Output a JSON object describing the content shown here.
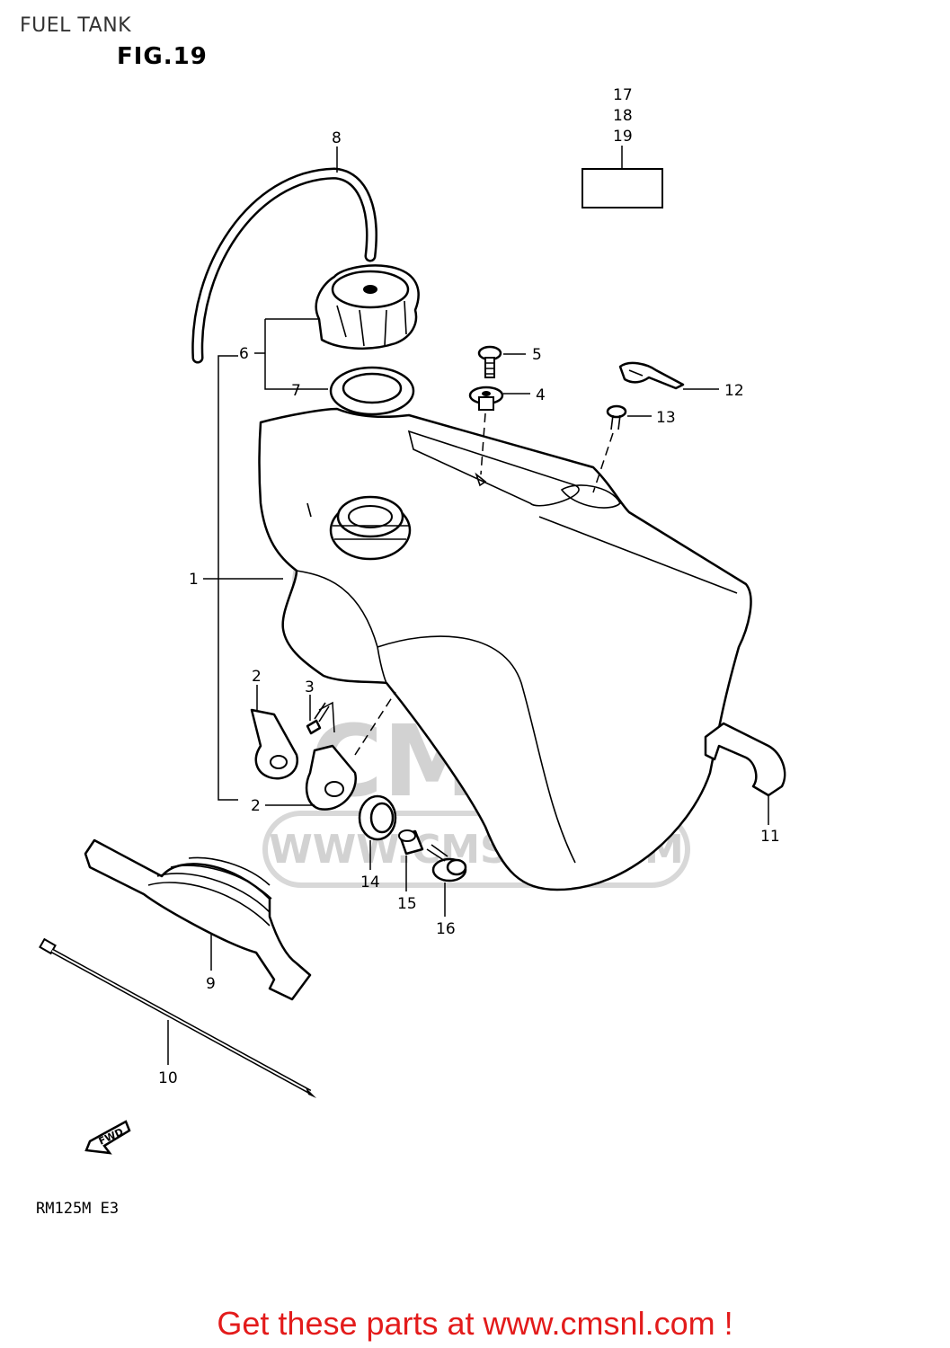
{
  "header": {
    "section_title": "FUEL TANK",
    "figure_label": "FIG.19"
  },
  "watermark": {
    "brand": "CMS",
    "url": "WWW.CMSNL.COM"
  },
  "callouts": {
    "p1": "1",
    "p2a": "2",
    "p2b": "2",
    "p3": "3",
    "p4": "4",
    "p5": "5",
    "p6": "6",
    "p7": "7",
    "p8": "8",
    "p9": "9",
    "p10": "10",
    "p11": "11",
    "p12": "12",
    "p13": "13",
    "p14": "14",
    "p15": "15",
    "p16": "16",
    "p17": "17",
    "p18": "18",
    "p19": "19"
  },
  "direction_marker": "FWD",
  "model_code": "RM125M E3",
  "footer": {
    "cta_text": "Get these parts at www.cmsnl.com !"
  }
}
